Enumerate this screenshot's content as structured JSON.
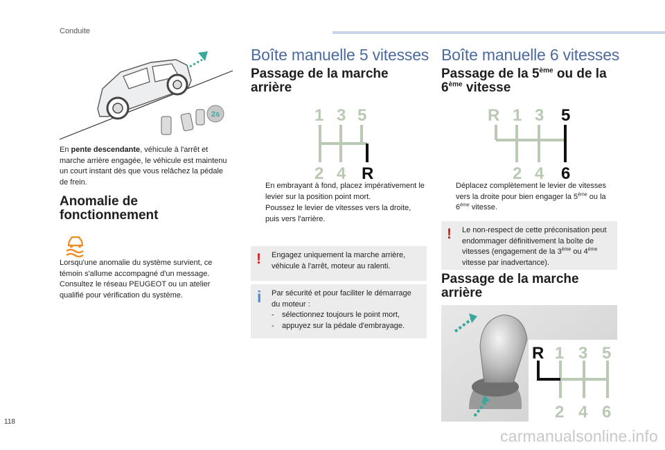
{
  "header": {
    "section_label": "Conduite"
  },
  "page_number": "118",
  "watermark": "carmanualsonline.info",
  "column1": {
    "description_bold": "pente descendante",
    "description_prefix": "En ",
    "description_suffix": ", véhicule à l'arrêt et marche arrière engagée, le véhicule est maintenu un court instant dès que vous relâchez la pédale de frein.",
    "anomaly_title": "Anomalie de fonctionnement",
    "anomaly_text": "Lorsqu'une anomalie du système survient, ce témoin s'allume accompagné d'un message. Consultez le réseau PEUGEOT ou un atelier qualifié pour vérification du système.",
    "car_badge": "2s"
  },
  "column2": {
    "title": "Boîte manuelle 5 vitesses",
    "subtitle": "Passage de la marche arrière",
    "gear_labels": {
      "top": [
        "1",
        "3",
        "5"
      ],
      "bottom": [
        "2",
        "4",
        "R"
      ]
    },
    "bullet_marker": "",
    "bullets": [
      "En embrayant à fond, placez impérativement le levier sur la position point mort.",
      "Poussez le levier de vitesses vers la droite, puis vers l'arrière."
    ],
    "warning_note": "Engagez uniquement la marche arrière, véhicule à l'arrêt, moteur au ralenti.",
    "info_note_intro": "Par sécurité et pour faciliter le démarrage du moteur :",
    "info_note_items": [
      "sélectionnez toujours le point mort,",
      "appuyez sur la pédale d'embrayage."
    ],
    "dash": "-"
  },
  "column3": {
    "title": "Boîte manuelle 6 vitesses",
    "subtitle_part1": "Passage de la 5",
    "subtitle_sup1": "ème",
    "subtitle_part2": " ou de la 6",
    "subtitle_sup2": "ème",
    "subtitle_part3": " vitesse",
    "gear_labels": {
      "top": [
        "R",
        "1",
        "3",
        "5"
      ],
      "bottom": [
        "2",
        "4",
        "6"
      ]
    },
    "bullet_part1": "Déplacez complètement le levier de vitesses vers la droite pour bien engager la 5",
    "bullet_sup1": "ème",
    "bullet_part2": " ou la 6",
    "bullet_sup2": "ème",
    "bullet_part3": " vitesse.",
    "warning_part1": "Le non-respect de cette préconisation peut endommager définitivement la boîte de vitesses (engagement de la 3",
    "warning_sup1": "ème",
    "warning_part2": " ou 4",
    "warning_sup2": "ème",
    "warning_part3": " vitesse par inadvertance).",
    "reverse_title": "Passage de la marche arrière",
    "lever_gear_labels": {
      "top": [
        "R",
        "1",
        "3",
        "5"
      ],
      "bottom": [
        "2",
        "4",
        "6"
      ]
    }
  },
  "glyphs": {
    "warning": "!",
    "info": "i"
  },
  "colors": {
    "title_blue": "#4a6aa0",
    "warning_red": "#d22020",
    "info_blue": "#4d8bd0",
    "note_bg": "#ececec",
    "icon_orange": "#f08a1c",
    "accent_teal": "#3aa89c"
  }
}
